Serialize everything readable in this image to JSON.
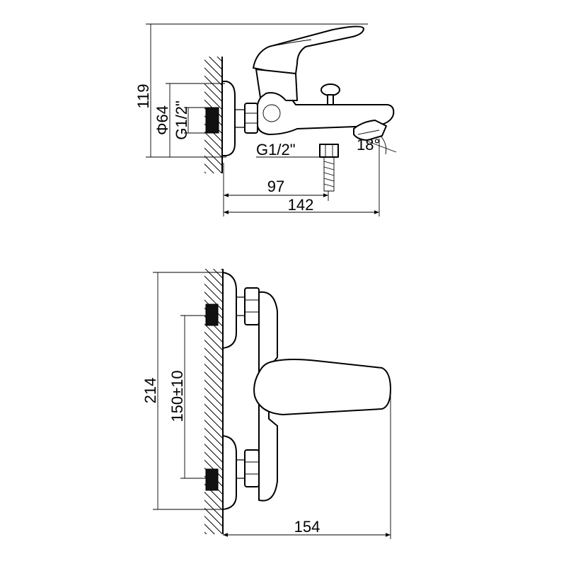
{
  "dimensions": {
    "top_view": {
      "height_total": "119",
      "pipe_diameter": "Φ64",
      "inlet_thread": "G1/2\"",
      "outlet_thread": "G1/2\"",
      "shower_outlet_distance": "97",
      "spout_length": "142",
      "angle": "18°"
    },
    "front_view": {
      "height_total": "214",
      "centers": "150±10",
      "depth": "154"
    }
  },
  "colors": {
    "line": "#000000",
    "background": "#ffffff"
  }
}
